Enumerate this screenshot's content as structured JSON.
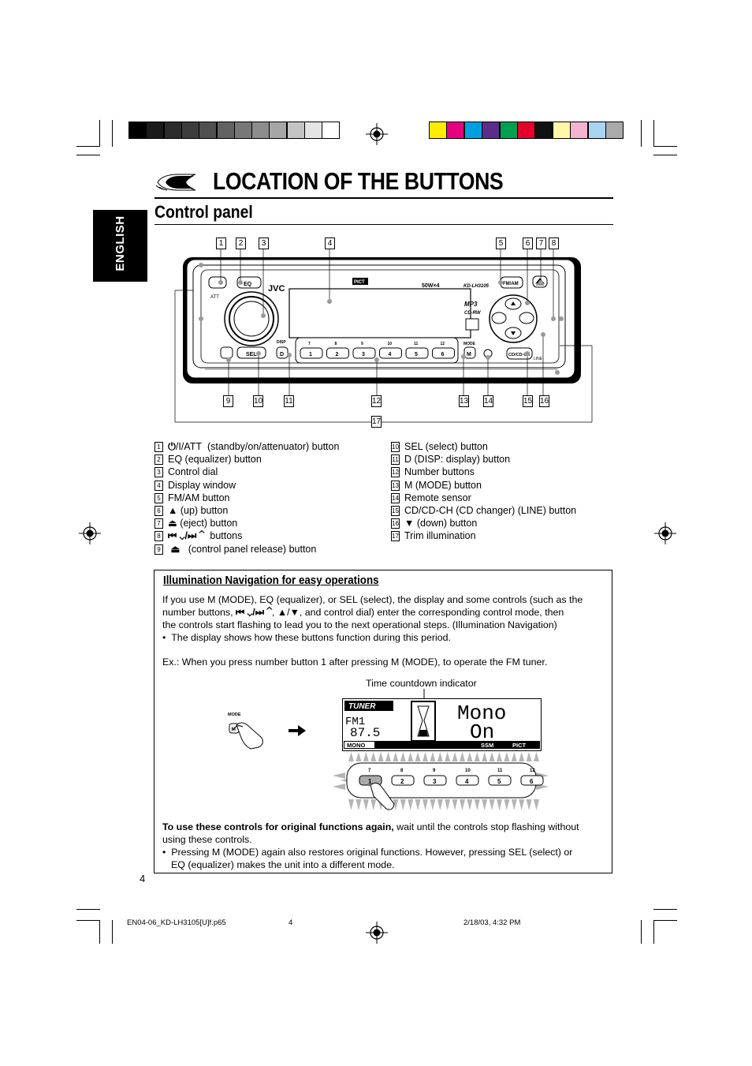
{
  "page": {
    "title": "LOCATION OF THE BUTTONS",
    "subtitle": "Control panel",
    "language_tab": "ENGLISH",
    "page_number": "4"
  },
  "diagram": {
    "brand": "JVC",
    "model": "KD-LH3105",
    "power": "50W×4",
    "pict": "PICT",
    "fmam": "FM/AM",
    "eq": "EQ",
    "sel": "SEL",
    "disp": "DISP",
    "d": "D",
    "mode": "MODE",
    "m": "M",
    "cdch": "CD/CD-CH",
    "line": "LINE",
    "att": "ATT",
    "mp3": "MP3",
    "cdrw": "CD-RW",
    "number_top": [
      "7",
      "8",
      "9",
      "10",
      "11",
      "12"
    ],
    "number_bottom": [
      "1",
      "2",
      "3",
      "4",
      "5",
      "6"
    ],
    "callouts_top": [
      "1",
      "2",
      "3",
      "4",
      "5",
      "6",
      "7",
      "8"
    ],
    "callouts_bottom": [
      "9",
      "10",
      "11",
      "12",
      "13",
      "14",
      "15",
      "16"
    ],
    "callout_trim": "17"
  },
  "legend_left": [
    {
      "n": "1",
      "text": "(standby/on/attenuator) button"
    },
    {
      "n": "2",
      "text": "EQ (equalizer) button"
    },
    {
      "n": "3",
      "text": "Control dial"
    },
    {
      "n": "4",
      "text": "Display window"
    },
    {
      "n": "5",
      "text": "FM/AM button"
    },
    {
      "n": "6",
      "text": "▲ (up) button"
    },
    {
      "n": "7",
      "text": "⏏ (eject) button"
    },
    {
      "n": "8",
      "text": "buttons"
    },
    {
      "n": "9",
      "text": "(control panel release) button"
    }
  ],
  "legend_right": [
    {
      "n": "10",
      "text": "SEL (select) button"
    },
    {
      "n": "11",
      "text": "D (DISP: display) button"
    },
    {
      "n": "12",
      "text": "Number buttons"
    },
    {
      "n": "13",
      "text": "M (MODE) button"
    },
    {
      "n": "14",
      "text": "Remote sensor"
    },
    {
      "n": "15",
      "text": "CD/CD-CH (CD changer) (LINE) button"
    },
    {
      "n": "16",
      "text": "▼ (down) button"
    },
    {
      "n": "17",
      "text": "Trim illumination"
    }
  ],
  "att_label": "/I/ATT",
  "section": {
    "heading": "Illumination Navigation for easy operations",
    "p1a": "If you use M (MODE), EQ (equalizer), or SEL (select), the display and some controls (such as the",
    "p1b_start": "number buttons,",
    "p1b_end": ", ▲/▼, and control dial) enter the corresponding control mode, then",
    "p1c": "the controls start flashing to lead you to the next operational steps. (Illumination Navigation)",
    "bullet1": "The display shows how these buttons function during this period.",
    "example": "Ex.: When you press number button 1 after pressing M (MODE), to operate the FM tuner.",
    "countdown_label": "Time countdown indicator",
    "display": {
      "tuner": "TUNER",
      "band": "FM1",
      "freq": "87.5",
      "line1": "Mono",
      "line2": "On",
      "mono": "MONO",
      "ssm": "SSM",
      "pict": "PICT"
    },
    "mode_label": "MODE",
    "mode_btn": "M",
    "bold_lead": "To use these controls for original functions again,",
    "p2_rest": " wait until the controls stop flashing without",
    "p2_line2": "using these controls.",
    "bullet2a": "Pressing M (MODE) again also restores original functions. However, pressing SEL (select) or",
    "bullet2b": "EQ (equalizer) makes the unit into a different mode."
  },
  "footer": {
    "file": "EN04-06_KD-LH3105[U]f.p65",
    "page": "4",
    "date": "2/18/03, 4:32 PM"
  },
  "colors": {
    "grays": [
      "#000000",
      "#1a1a1a",
      "#2c2c2c",
      "#3d3d3d",
      "#4f4f4f",
      "#626262",
      "#777777",
      "#8c8c8c",
      "#a6a6a6",
      "#c4c4c4",
      "#e4e4e4",
      "#ffffff"
    ],
    "process": [
      "#ffec00",
      "#e5007e",
      "#00a0e0",
      "#5b2d8a",
      "#00a050",
      "#e4002b",
      "#111111",
      "#fff6a8",
      "#f4b3cf",
      "#a9d5f2",
      "#aaaaaa"
    ]
  }
}
